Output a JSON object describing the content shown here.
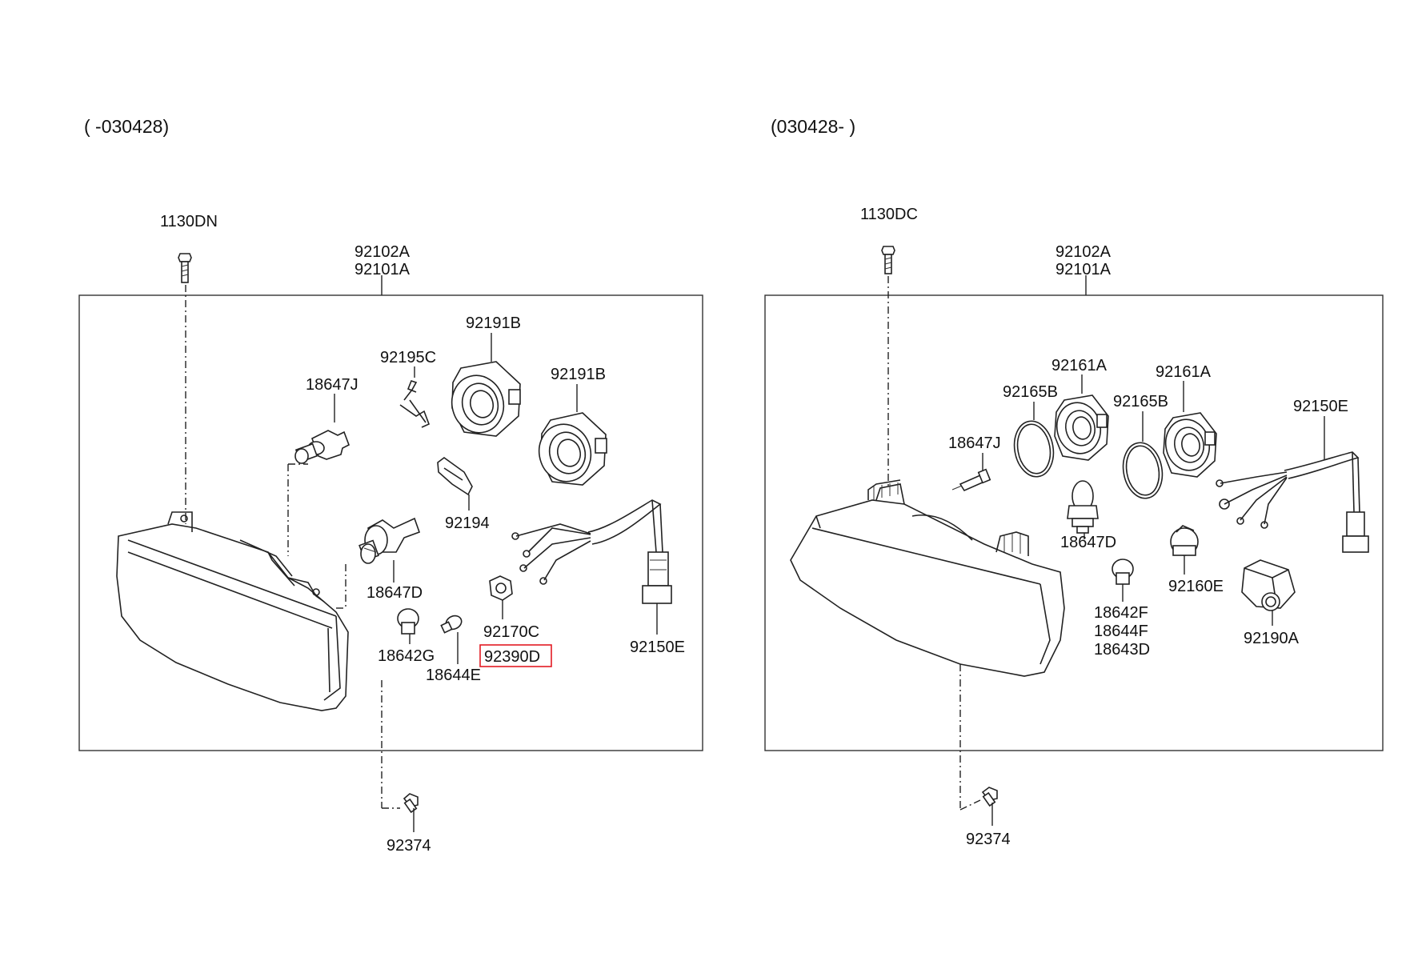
{
  "left_panel": {
    "title": "( -030428)",
    "labels": {
      "bolt_top": "1130DN",
      "assy_a": "92102A",
      "assy_b": "92101A",
      "socket_1": "92191B",
      "socket_2": "92191B",
      "spring": "92195C",
      "bulb_j": "18647J",
      "clip": "92194",
      "bulb_d": "18647D",
      "harness": "92150E",
      "holder": "92170C",
      "highlighted": "92390D",
      "bulb_g": "18642G",
      "bulb_e": "18644E",
      "screw_bottom": "92374"
    }
  },
  "right_panel": {
    "title": "(030428- )",
    "labels": {
      "bolt_top": "1130DC",
      "assy_a": "92102A",
      "assy_b": "92101A",
      "cap_1": "92161A",
      "cap_2": "92161A",
      "ring_1": "92165B",
      "ring_2": "92165B",
      "harness": "92150E",
      "bulb_j": "18647J",
      "bulb_d": "18647D",
      "holder": "92160E",
      "bulb_f": "18642F",
      "bulb_f2": "18644F",
      "bulb_d2": "18643D",
      "actuator": "92190A",
      "screw_bottom": "92374"
    }
  },
  "colors": {
    "highlight": "#e31b23",
    "line": "#222222"
  }
}
